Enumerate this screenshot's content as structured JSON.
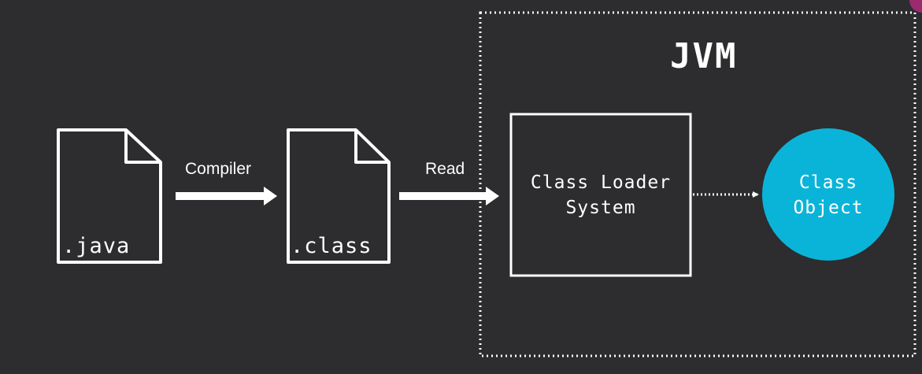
{
  "diagram": {
    "jvm_title": "JVM",
    "java_file_label": ".java",
    "class_file_label": ".class",
    "compiler_label": "Compiler",
    "read_label": "Read",
    "class_loader_line1": "Class Loader",
    "class_loader_line2": "System",
    "class_object_line1": "Class",
    "class_object_line2": "Object"
  },
  "colors": {
    "background": "#2d2c2e",
    "stroke": "#ffffff",
    "class_object_fill": "#0ab4d8",
    "corner_accent": "#9b2a6e"
  }
}
